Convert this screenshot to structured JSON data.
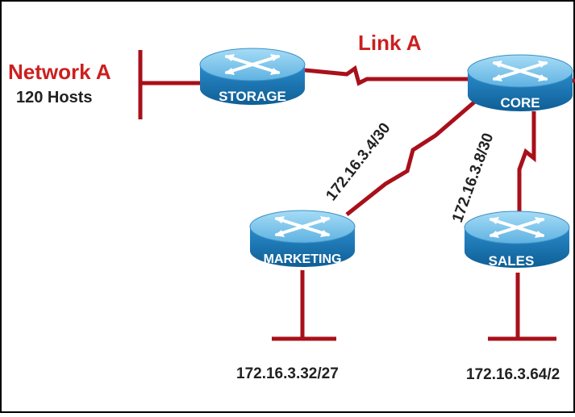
{
  "colors": {
    "link": "#a8101a",
    "accent_text": "#cc1f1f",
    "router_top": "#7fc6ec",
    "router_side": "#1f7fbf",
    "router_dark": "#0d5c91",
    "text": "#222222"
  },
  "labels": {
    "network_a": "Network A",
    "network_a_hosts": "120 Hosts",
    "link_a": "Link A",
    "net_core_marketing": "172.16.3.4/30",
    "net_core_sales": "172.16.3.8/30",
    "net_marketing_lan": "172.16.3.32/27",
    "net_sales_lan": "172.16.3.64/2"
  },
  "routers": {
    "storage": {
      "label": "STORAGE",
      "icon": "router-icon"
    },
    "core": {
      "label": "CORE",
      "icon": "router-icon"
    },
    "marketing": {
      "label": "MARKETING",
      "icon": "router-icon"
    },
    "sales": {
      "label": "SALES",
      "icon": "router-icon"
    }
  }
}
